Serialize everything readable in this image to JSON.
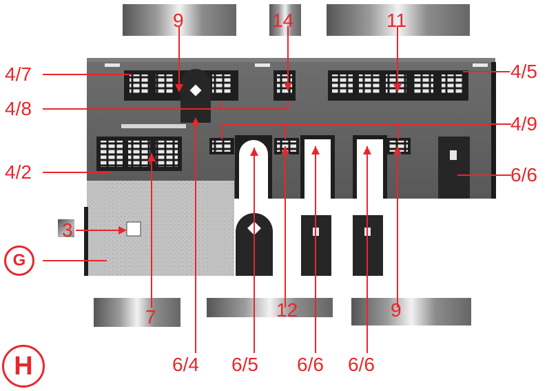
{
  "callouts": {
    "top_9": "9",
    "top_14": "14",
    "top_11": "11",
    "left_4_7": "4/7",
    "left_4_8": "4/8",
    "left_4_2": "4/2",
    "left_3": "3",
    "right_4_5": "4/5",
    "right_4_9": "4/9",
    "right_6_6": "6/6",
    "bottom_7": "7",
    "bottom_12": "12",
    "bottom_9": "9",
    "bottom_6_4": "6/4",
    "bottom_6_5": "6/5",
    "bottom_6_6a": "6/6",
    "bottom_6_6b": "6/6"
  },
  "markers": {
    "ground": "G",
    "section": "H"
  },
  "colors": {
    "accent": "#e8262b",
    "wall": "#5a5a5a",
    "wall_light": "#bdbdbd",
    "window_dark": "#1e1e1e",
    "door_dark": "#262626"
  }
}
